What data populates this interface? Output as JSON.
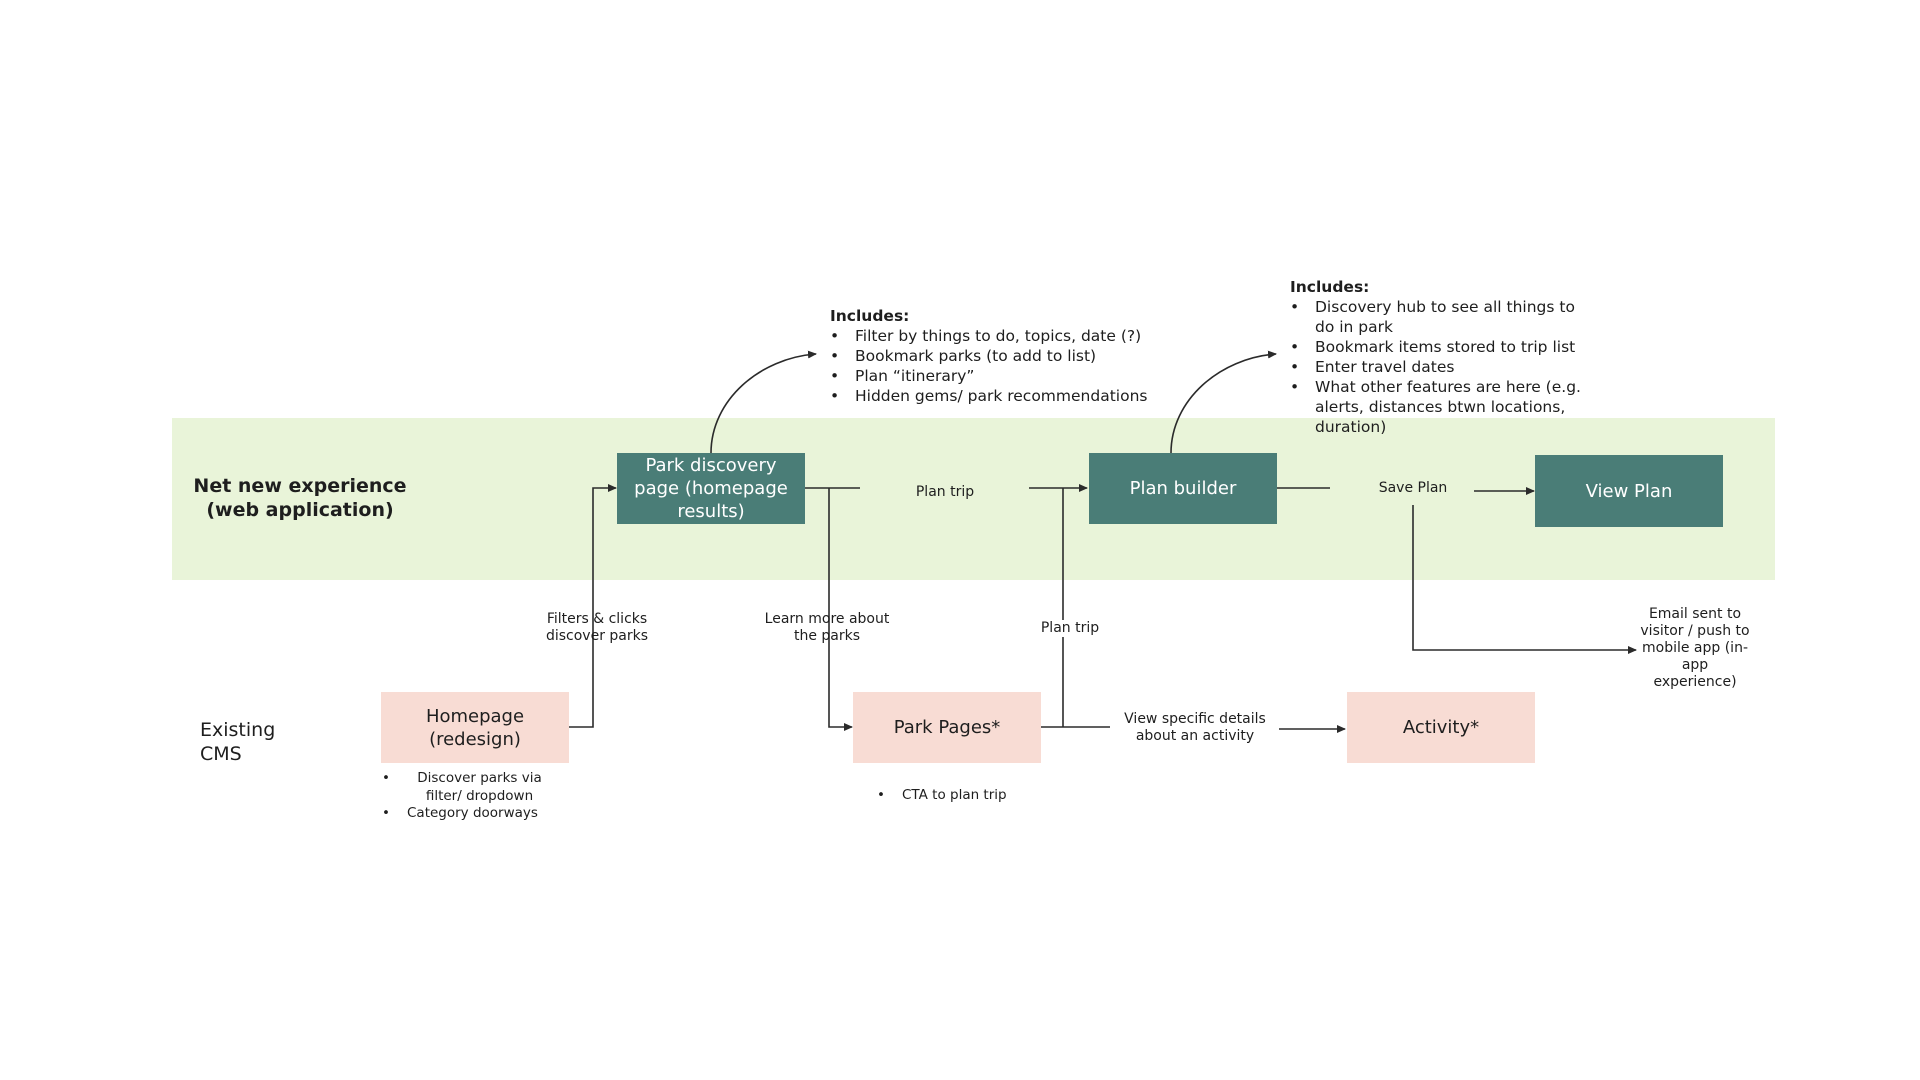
{
  "lanes": {
    "net_new": "Net new experience\n(web application)",
    "existing": "Existing CMS"
  },
  "nodes": {
    "park_discovery": "Park discovery page (homepage results)",
    "plan_builder": "Plan builder",
    "view_plan": "View Plan",
    "homepage": "Homepage (redesign)",
    "park_pages": "Park Pages*",
    "activity": "Activity*"
  },
  "edges": {
    "plan_trip_top": "Plan trip",
    "save_plan": "Save Plan",
    "filters_clicks": "Filters & clicks discover parks",
    "learn_more": "Learn more about the parks",
    "plan_trip_bottom": "Plan trip",
    "view_details": "View specific details about an activity",
    "email_sent": "Email sent to visitor / push to mobile app (in-app experience)"
  },
  "notes": {
    "discovery_includes": {
      "heading": "Includes:",
      "items": [
        "Filter by things to do, topics, date (?)",
        "Bookmark parks (to add to list)",
        "Plan “itinerary”",
        "Hidden gems/ park recommendations"
      ]
    },
    "builder_includes": {
      "heading": "Includes:",
      "items": [
        "Discovery hub to see all things to do in park",
        "Bookmark items stored to trip list",
        "Enter travel dates",
        "What other features are here (e.g. alerts, distances btwn locations, duration)"
      ]
    },
    "homepage_notes": [
      "Discover parks via filter/ dropdown",
      "Category doorways"
    ],
    "park_pages_notes": [
      "CTA to plan trip"
    ]
  },
  "colors": {
    "band": "#e9f4d9",
    "teal_node": "#4a7d77",
    "pink_node": "#f8dcd4",
    "line": "#2b2b2b"
  }
}
